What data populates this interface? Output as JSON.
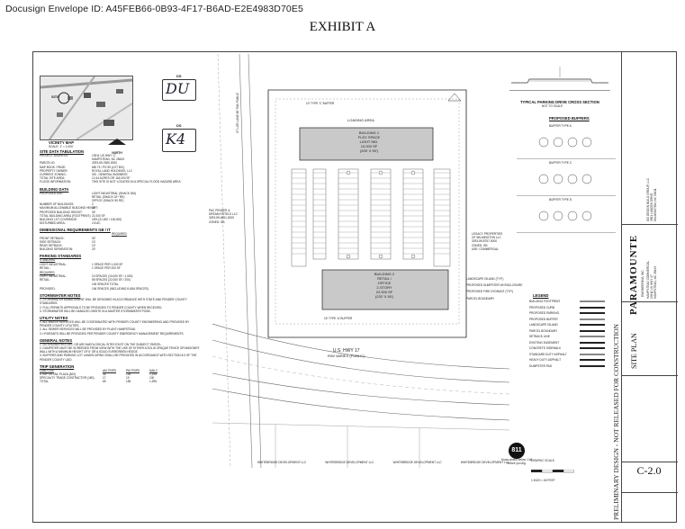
{
  "envelope_id": "Docusign Envelope ID: A45FEB66-0B93-4F17-B6AD-E2E4983D70E5",
  "exhibit_title": "EXHIBIT A",
  "initials": [
    {
      "tag": "DS",
      "mark": "DU"
    },
    {
      "tag": "DS",
      "mark": "K4"
    }
  ],
  "vicinity": {
    "site_label": "SITE",
    "title": "VICINITY MAP",
    "scale": "SCALE: 1\" = 1,000'",
    "north": "NORTH"
  },
  "site_data": {
    "header": "SITE DATA TABULATION",
    "rows": [
      [
        "PROJECT ADDRESS:",
        "13911 US HWY 17"
      ],
      [
        "",
        "HAMPSTEAD, NC 28443"
      ],
      [
        "PARCEL ID:",
        "3293-59-7680-0000"
      ],
      [
        "MAP BOOK / PAGE:",
        "MB 73 / PG 95 (LOT B/C)"
      ],
      [
        "PROPERTY OWNER:",
        "ROYAL LAND HOLDINGS, LLC"
      ],
      [
        "CURRENT ZONING:",
        "GB - GENERAL BUSINESS"
      ],
      [
        "TOTAL SITE AREA:",
        "12.44 ACRES OR 118,000 SF"
      ],
      [
        "FLOOD INFORMATION:",
        "THIS SITE IS NOT LOCATED IN A SPECIAL FLOOD HAZARD AREA"
      ]
    ]
  },
  "building_data": {
    "header": "BUILDING DATA",
    "rows": [
      [
        "PROPOSED USE:",
        "LIGHT INDUSTRIAL (SHACK DM)"
      ],
      [
        "",
        "RETAIL (SHACK 32+ RE)"
      ],
      [
        "",
        "OFFICE (SHACK 50 RE)"
      ],
      [
        "NUMBER OF BUILDINGS:",
        "2"
      ],
      [
        "MAXIMUM ALLOWABLE BUILDING HEIGHT:",
        "40'"
      ],
      [
        "PROPOSED BUILDING HEIGHT:",
        "30'"
      ],
      [
        "TOTAL BUILDING AREA (FOOTPRINT):",
        "21,000 SF"
      ],
      [
        "BUILDING LOT COVERAGE:",
        "18% (21,000 / 118,000)"
      ],
      [
        "DISTURBED AREA:",
        "2.8 AC"
      ]
    ]
  },
  "dimensional": {
    "header": "DIMENSIONAL REQUIREMENTS GB / IT",
    "col": "REQUIRED",
    "rows": [
      [
        "FRONT SETBACK:",
        "30'"
      ],
      [
        "SIDE SETBACK:",
        "10'"
      ],
      [
        "REAR SETBACK:",
        "10'"
      ],
      [
        "BUILDING SEPARATION:",
        "20'"
      ]
    ]
  },
  "parking": {
    "header": "PARKING STANDARDS",
    "sub": "STANDARD",
    "rows": [
      [
        "LIGHT INDUSTRIAL:",
        "1 SPACE PER 1,000 SF"
      ],
      [
        "RETAIL:",
        "1 SPACE PER 200 SF"
      ]
    ],
    "required_label": "REQUIRED",
    "required": [
      [
        "LIGHT INDUSTRIAL:",
        "10 SPACES (10,000 SF / 1,000)"
      ],
      [
        "RETAIL:",
        "55 SPACES (22,000 SF / 200)"
      ],
      [
        "",
        "105 SPACES TOTAL"
      ]
    ],
    "provided": [
      "PROVIDED:",
      "106 SPACES (INCLUDING 8 ADA SPACES)"
    ]
  },
  "notes": [
    {
      "header": "STORMWATER NOTES",
      "items": [
        "1. STORMWATER MANAGEMENT WILL BE DESIGNED IN ACCORDANCE WITH STATE AND PENDER COUNTY STANDARDS.",
        "2. FULL PERMITS APPROVALS TO BE PROVIDED TO PENDER COUNTY WHEN RECEIVED.",
        "3. STORMWATER WILL BE HANDLED ONSITE IN A MASTER STORMWATER POND."
      ]
    },
    {
      "header": "UTILITY NOTES",
      "items": [
        "1. ALL WATER SERVICES WILL BE COORDINATED WITH PENDER COUNTY ENGINEERING AND PROVIDED BY PENDER COUNTY UTILITIES.",
        "2. ALL SEWER SERVICES WILL BE PROVIDED BY PLANT HAMPSTEAD.",
        "3. HYDRANTS WILL BE PROVIDED PER PENDER COUNTY EMERGENCY MANAGEMENT REQUIREMENTS."
      ]
    },
    {
      "header": "GENERAL NOTES",
      "items": [
        "1. NO KNOWN HISTORIC OR ARCHAEOLOGICAL SITES EXIST ON THE SUBJECT PARCEL.",
        "2. DUMPSTER MUST BE SCREENED FROM VIEW WITH THE USE OF EITHER A SOLID OPAQUE FENCE OR MASONRY WALL WITH A MINIMUM HEIGHT OF 6' OR A SOLID EVERGREEN HEDGE.",
        "3. BUFFERS AND PARKING LOT LANDSCAPING SHALL BE PROVIDED IN ACCORDANCE WITH SECTION 8.3 OF THE PENDER COUNTY UDO."
      ]
    }
  ],
  "trip": {
    "header": "TRIP GENERATION",
    "cols": [
      "LAND USE",
      "AM TRIPS",
      "PM TRIPS",
      "DAILY"
    ],
    "rows": [
      [
        "STRIP RETAIL PLAZA (822)",
        "48",
        "136",
        "1,195"
      ],
      [
        "SPECIALTY TRADE CONTRACTOR (180)",
        "17",
        "19",
        "100"
      ],
      [
        "TOTAL",
        "65",
        "155",
        "1,295"
      ]
    ]
  },
  "plan": {
    "loading": "LOADING AREA",
    "building1": [
      "BUILDING 1",
      "FLEX SPACE",
      "LIGHT IND.",
      "10,000 SF",
      "(200' X 50')"
    ],
    "building2": [
      "BUILDING 2",
      "RETAIL /",
      "OFFICE",
      "2-STORY",
      "22,000 SF",
      "(220' X 50')"
    ],
    "highway": [
      "U.S. HWY 17",
      "R/W VARIES (PUBLIC)"
    ],
    "left_road": "ST. LEE LANE 60' R/W PUBLIC",
    "buffer_top": "10' TYPE 'C' BUFFER",
    "buffer_bottom": "15' TYPE 'A' BUFFER",
    "labels": [
      "LANDSCAPE ISLAND (TYP.)",
      "PROPOSED DUMPSTER W/ ENCLOSURE",
      "PROPOSED FIRE HYDRANT (TYP.)",
      "PARCEL BOUNDARY"
    ],
    "adjacent_right": [
      "LEGACY PROPERTIES",
      "OF WILMINGTON LLC",
      "3293-59-8757-0000",
      "ZONED: GB",
      "USE: COMMERCIAL"
    ],
    "adjacent_left": [
      "PAC PENDER &",
      "DREAM HOTELS LLC",
      "3293-59-4651-0000",
      "ZONED: GB"
    ],
    "bottom_owners": [
      "WHITEBRIDGE DEVELOPMENT LLC",
      "WHITEBRIDGE DEVELOPMENT LLC",
      "WHITEBRIDGE DEVELOPMENT LLC",
      "WHITEBRIDGE DEVELOPMENT LLC"
    ]
  },
  "parking_section": {
    "title": "TYPICAL PARKING DRIVE CROSS SECTION",
    "scale": "NOT TO SCALE"
  },
  "buffers": {
    "title": "PROPOSED BUFFERS",
    "items": [
      "BUFFER TYPE A",
      "BUFFER TYPE C",
      "BUFFER TYPE D"
    ]
  },
  "legend": {
    "title": "LEGEND",
    "items": [
      "BUILDING FOOTPRINT",
      "PROPOSED CURB",
      "PROPOSED PARKING",
      "PROPOSED BUFFER",
      "LANDSCAPE ISLAND",
      "PARCEL BOUNDARY",
      "SETBACK LINE",
      "EXISTING EASEMENT",
      "CONCRETE SIDEWALK",
      "STANDARD DUTY ASPHALT",
      "HEAVY DUTY ASPHALT",
      "DUMPSTER PAD"
    ]
  },
  "scale_bar": {
    "label": "GRAPHIC SCALE",
    "value": "1 INCH = 60 FEET"
  },
  "call_811": {
    "number": "811",
    "text": "Know what's below. Call before you dig."
  },
  "title_block": {
    "firm": "PARAMOUNTE",
    "firm_sub": "ENGINEERING, INC.",
    "client": [
      "GG DESIGN BUILD GROUP, LLC",
      "3301 LANDEN DRIVE",
      "WILMINGTON, NC 28411"
    ],
    "project": [
      "HAMPSTEAD COMMERCIAL",
      "13911 US HWY 17",
      "HAMPSTEAD, NC 28443"
    ],
    "sheet_title": "SITE PLAN",
    "sheet_number": "C-2.0",
    "prelim": "PRELIMINARY DESIGN - NOT RELEASED FOR CONSTRUCTION"
  }
}
